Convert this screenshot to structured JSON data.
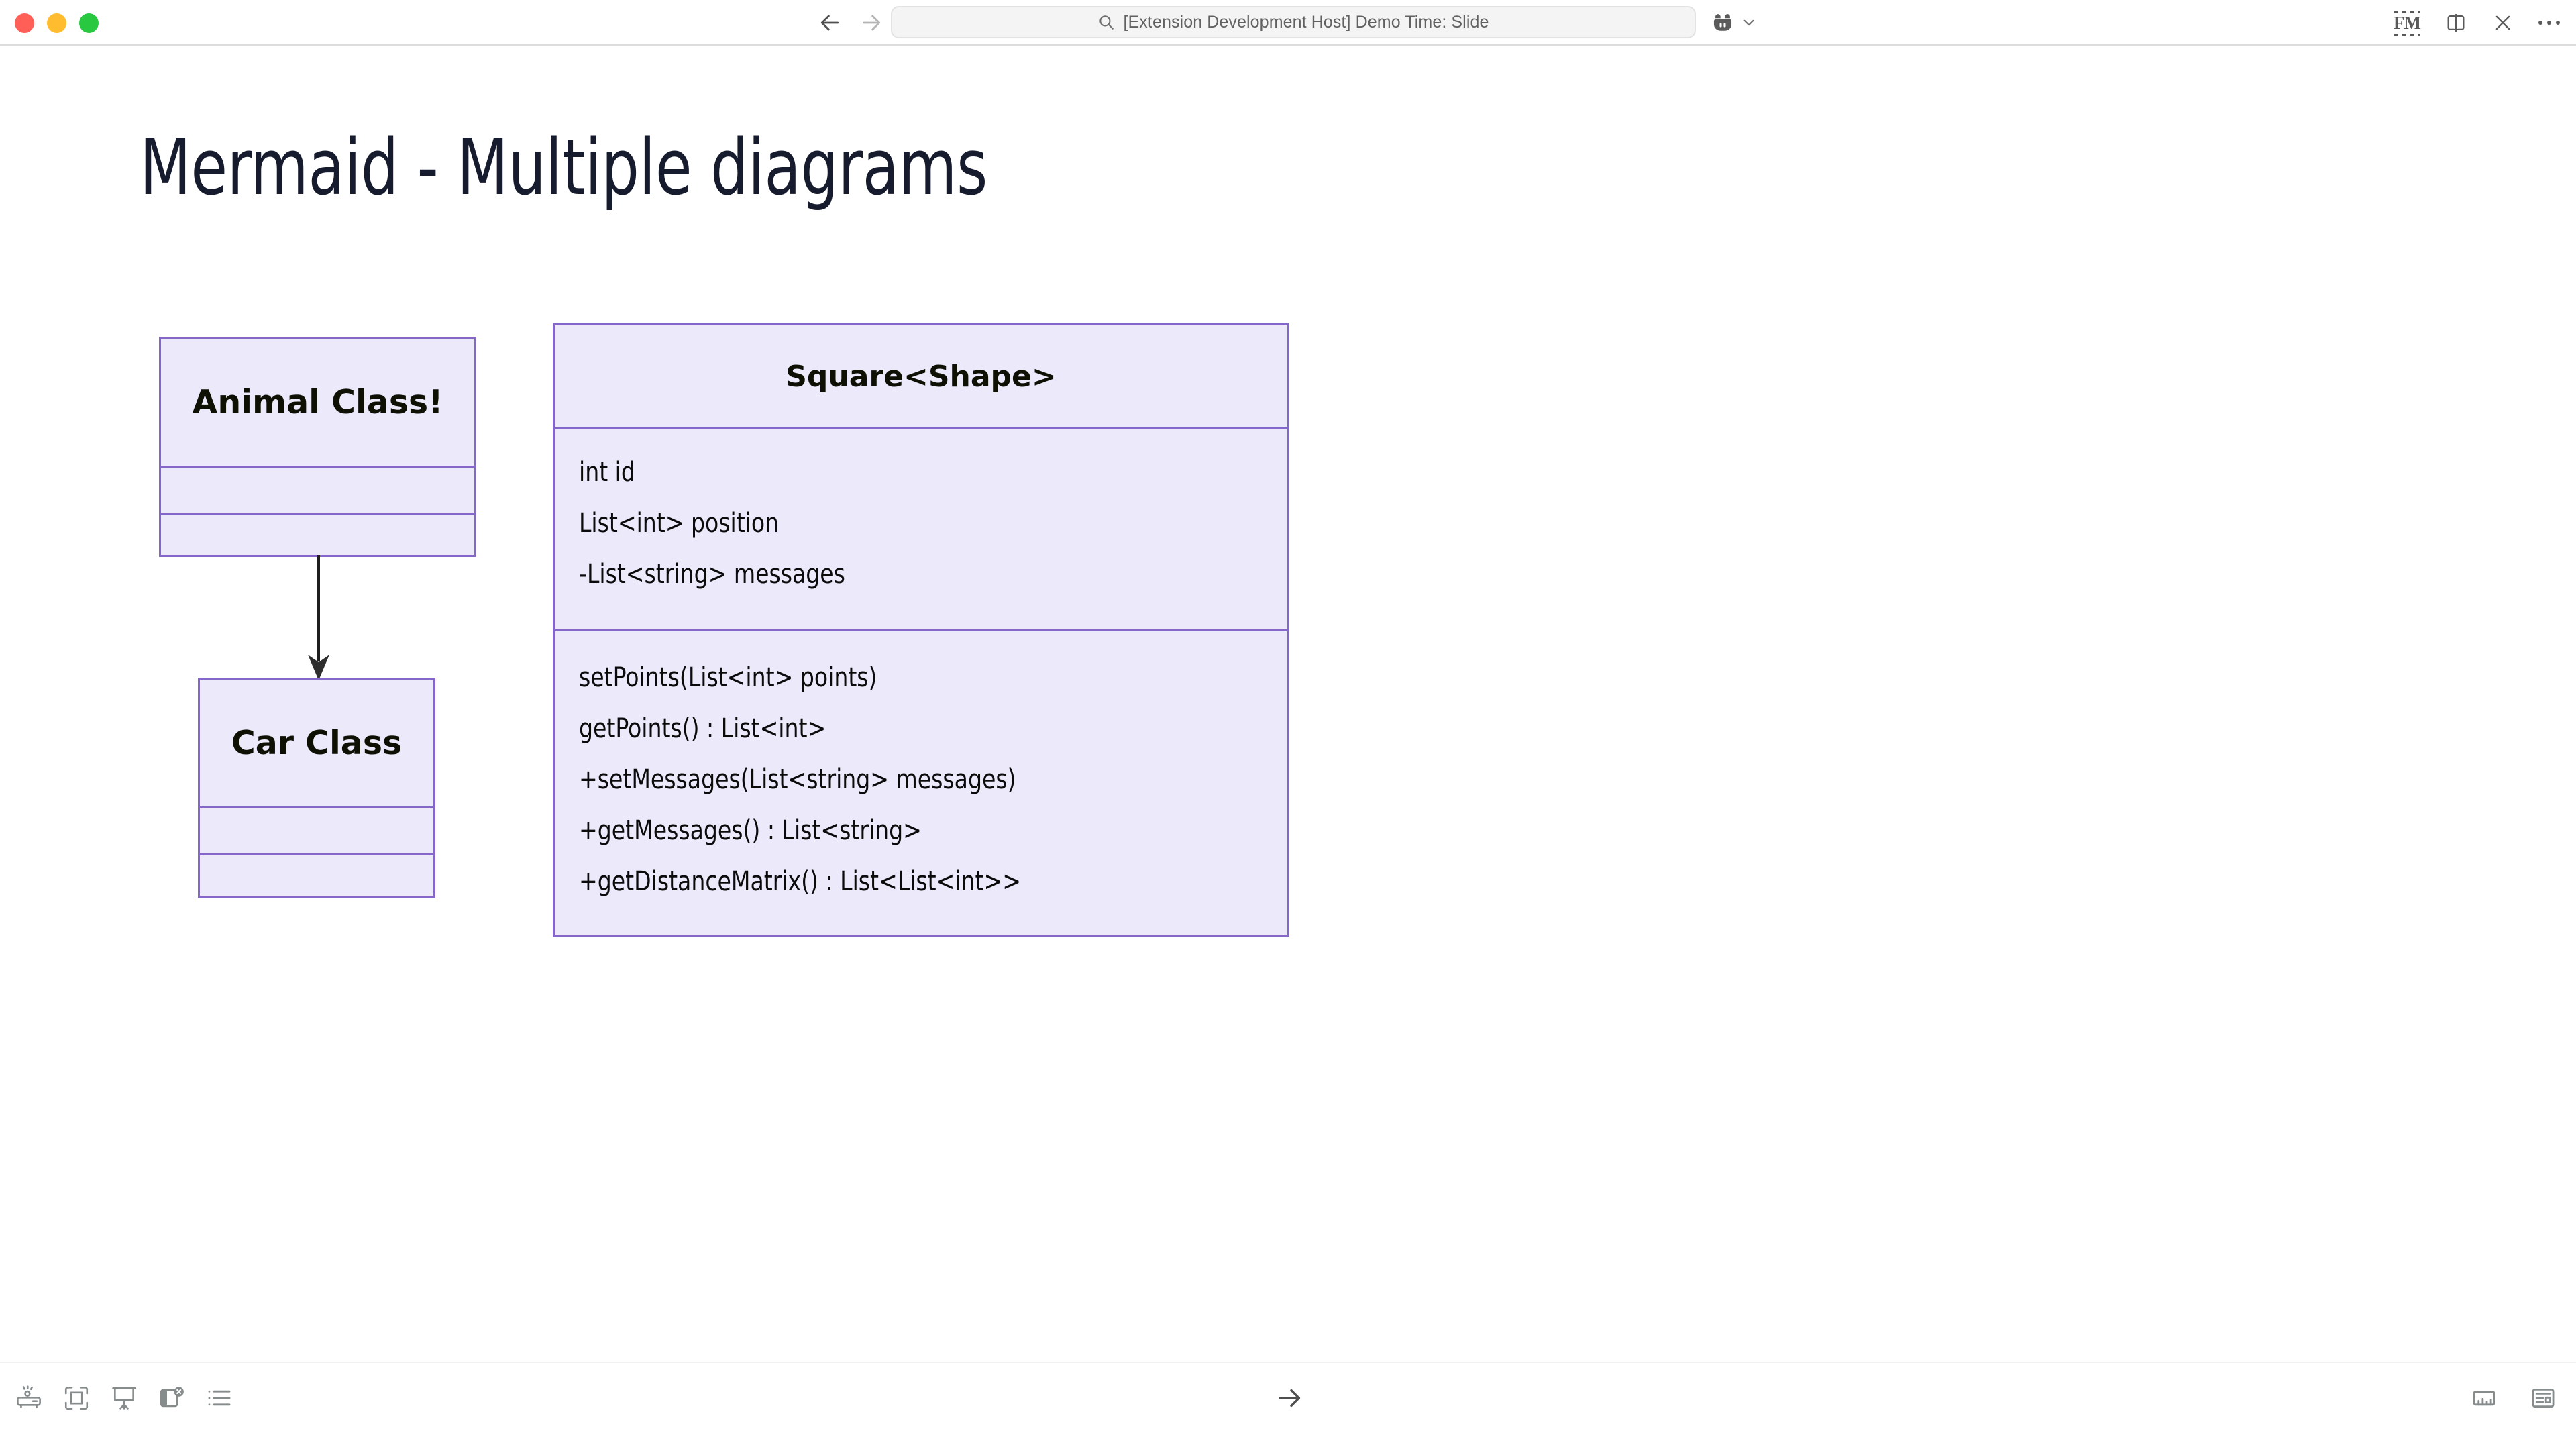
{
  "window": {
    "traffic_lights": [
      {
        "name": "close",
        "color": "#ff5f57"
      },
      {
        "name": "minimize",
        "color": "#febc2e"
      },
      {
        "name": "maximize",
        "color": "#28c840"
      }
    ],
    "search": {
      "value": "[Extension Development Host] Demo Time: Slide",
      "icon": "search-icon"
    },
    "nav": {
      "back_icon": "arrow-left-icon",
      "forward_icon": "arrow-right-icon"
    },
    "copilot": {
      "icon": "copilot-icon",
      "chevron": "chevron-down-icon"
    },
    "right_controls": {
      "profile_badge": "FM",
      "split_editor_icon": "split-editor-icon",
      "close_icon": "close-icon",
      "more_icon": "more-actions-icon"
    }
  },
  "slide": {
    "title": "Mermaid - Multiple diagrams",
    "title_color": "#161b2e",
    "accent_border": "#8566c9",
    "accent_fill": "#ece9fb"
  },
  "diagrams": [
    {
      "id": "animal-car",
      "type": "classDiagram",
      "classes": [
        {
          "name": "Animal Class!",
          "attributes": [],
          "methods": []
        },
        {
          "name": "Car Class",
          "attributes": [],
          "methods": []
        }
      ],
      "relations": [
        {
          "from": "Animal Class!",
          "to": "Car Class",
          "kind": "inheritance-arrow"
        }
      ]
    },
    {
      "id": "square-shape",
      "type": "classDiagram",
      "classes": [
        {
          "name": "Square<Shape>",
          "attributes": [
            "int id",
            "List<int> position",
            "-List<string> messages"
          ],
          "methods": [
            "setPoints(List<int> points)",
            "getPoints() : List<int>",
            "+setMessages(List<string> messages)",
            "+getMessages() : List<string>",
            "+getDistanceMatrix() : List<List<int>>"
          ]
        }
      ],
      "relations": []
    }
  ],
  "statusbar": {
    "left_icons": [
      {
        "name": "projector-icon"
      },
      {
        "name": "fit-to-screen-icon"
      },
      {
        "name": "presentation-screen-icon"
      },
      {
        "name": "close-preview-icon"
      },
      {
        "name": "outline-list-icon"
      }
    ],
    "center_icon": {
      "name": "next-slide-arrow-icon"
    },
    "right_icons": [
      {
        "name": "chart-panel-icon"
      },
      {
        "name": "layout-panel-icon"
      }
    ]
  }
}
